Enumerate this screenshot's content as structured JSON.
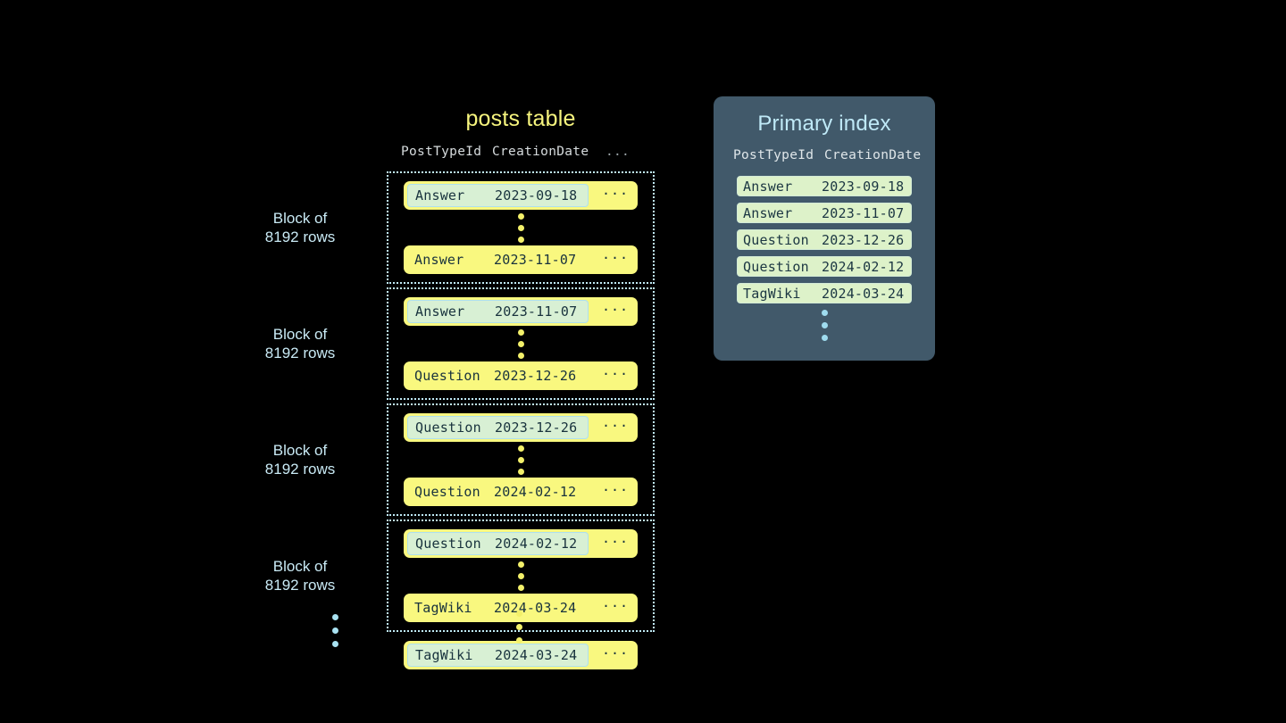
{
  "background_color": "#000000",
  "colors": {
    "row_yellow": "#f9f87f",
    "highlight_green": "#d8f0d4",
    "highlight_border": "#aee0ee",
    "panel_slate": "#41596a",
    "accent_blue": "#bfe9f7",
    "accent_yellow": "#f7f57e",
    "index_chip_green": "#ddf2c9",
    "text_dark": "#18323d"
  },
  "posts_table": {
    "title": "posts table",
    "headers": {
      "post_type_id": "PostTypeId",
      "creation_date": "CreationDate",
      "more": "..."
    },
    "row_ellipsis": "...",
    "blocks": [
      {
        "label": "Block of\n8192 rows",
        "first_row": {
          "post_type_id": "Answer",
          "creation_date": "2023-09-18",
          "highlighted": true
        },
        "last_row": {
          "post_type_id": "Answer",
          "creation_date": "2023-11-07",
          "highlighted": false
        }
      },
      {
        "label": "Block of\n8192 rows",
        "first_row": {
          "post_type_id": "Answer",
          "creation_date": "2023-11-07",
          "highlighted": true
        },
        "last_row": {
          "post_type_id": "Question",
          "creation_date": "2023-12-26",
          "highlighted": false
        }
      },
      {
        "label": "Block of\n8192 rows",
        "first_row": {
          "post_type_id": "Question",
          "creation_date": "2023-12-26",
          "highlighted": true
        },
        "last_row": {
          "post_type_id": "Question",
          "creation_date": "2024-02-12",
          "highlighted": false
        }
      },
      {
        "label": "Block of\n8192 rows",
        "first_row": {
          "post_type_id": "Question",
          "creation_date": "2024-02-12",
          "highlighted": true
        },
        "last_row": {
          "post_type_id": "TagWiki",
          "creation_date": "2024-03-24",
          "highlighted": false
        }
      }
    ],
    "trailing_row": {
      "post_type_id": "TagWiki",
      "creation_date": "2024-03-24",
      "highlighted": true
    }
  },
  "primary_index": {
    "title": "Primary index",
    "headers": {
      "post_type_id": "PostTypeId",
      "creation_date": "CreationDate"
    },
    "rows": [
      {
        "post_type_id": "Answer",
        "creation_date": "2023-09-18"
      },
      {
        "post_type_id": "Answer",
        "creation_date": "2023-11-07"
      },
      {
        "post_type_id": "Question",
        "creation_date": "2023-12-26"
      },
      {
        "post_type_id": "Question",
        "creation_date": "2024-02-12"
      },
      {
        "post_type_id": "TagWiki",
        "creation_date": "2024-03-24"
      }
    ]
  }
}
